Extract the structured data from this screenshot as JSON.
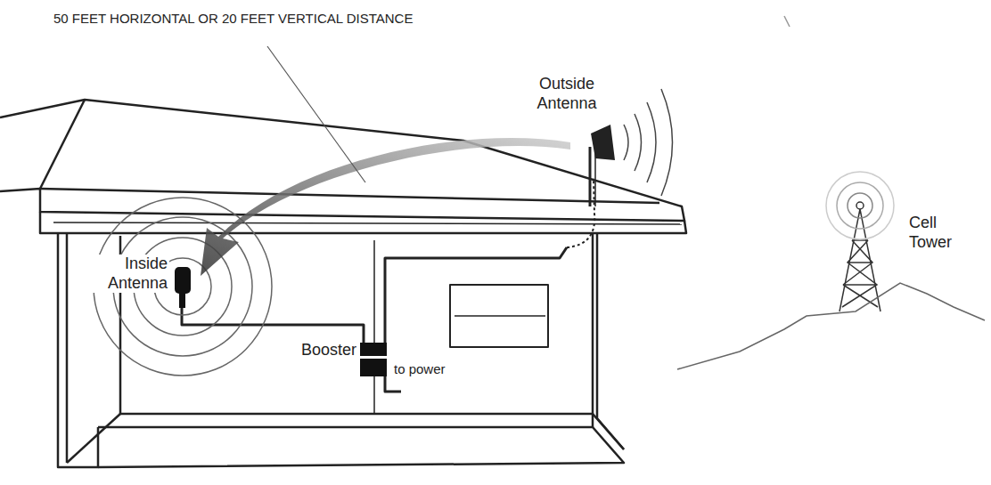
{
  "diagram": {
    "labels": [
      "50 FEET HORIZONTAL OR 20 FEET VERTICAL DISTANCE",
      "Outside Antenna",
      "Inside Antenna",
      "Booster",
      "to power",
      "Cell Tower"
    ]
  }
}
